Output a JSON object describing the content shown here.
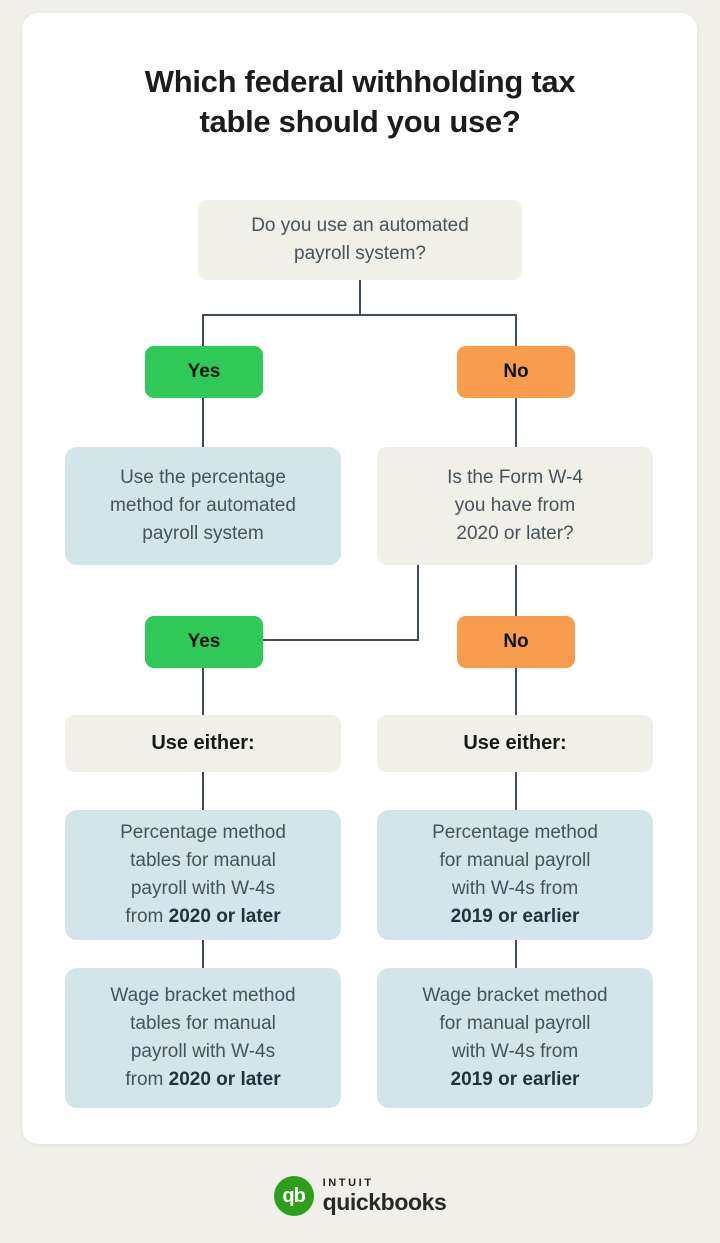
{
  "title": "Which federal withholding tax\ntable should you use?",
  "colors": {
    "background": "#f1efe9",
    "card": "#ffffff",
    "yes_green": "#2fc958",
    "no_orange": "#f79b4d",
    "result_blue": "#d2e5ea",
    "question_gray": "#f0efe8",
    "connector": "#3f4c59",
    "body_text": "#47535c",
    "emphasis_text": "#1d3440",
    "logo_green": "#2ca01c"
  },
  "flowchart": {
    "question1": {
      "text": "Do you use an automated\npayroll system?"
    },
    "branch1": {
      "yes_label": "Yes",
      "no_label": "No"
    },
    "result_automated": {
      "text": "Use the percentage\nmethod for automated\npayroll system"
    },
    "question2": {
      "text": "Is the Form W-4\nyou have from\n2020 or later?"
    },
    "branch2": {
      "yes_label": "Yes",
      "no_label": "No"
    },
    "use_either_left": {
      "text": "Use either:"
    },
    "use_either_right": {
      "text": "Use either:"
    },
    "percentage_manual_2020": {
      "normal": "Percentage method\ntables for manual\npayroll with W-4s\nfrom ",
      "bold": "2020 or later"
    },
    "percentage_manual_2019": {
      "normal": "Percentage method\nfor manual payroll\nwith W-4s from\n",
      "bold": "2019 or earlier"
    },
    "wage_bracket_2020": {
      "normal": "Wage bracket method\ntables for manual\npayroll with W-4s\nfrom ",
      "bold": "2020 or later"
    },
    "wage_bracket_2019": {
      "normal": "Wage bracket method\nfor manual payroll\nwith W-4s from\n",
      "bold": "2019 or earlier"
    }
  },
  "logo": {
    "mark": "qb",
    "brand_top": "INTUIT",
    "brand_bottom": "quickbooks"
  }
}
